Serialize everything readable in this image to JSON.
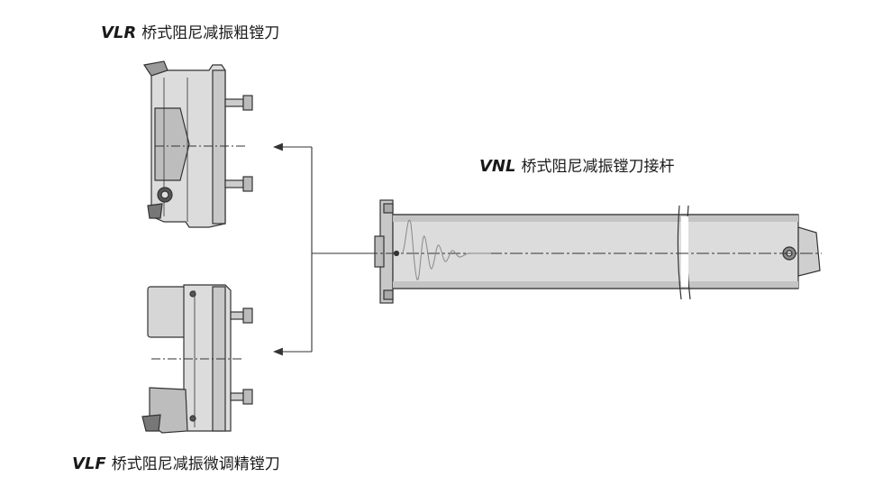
{
  "labels": {
    "vlr": {
      "code": "VLR",
      "text": "桥式阻尼减振粗镗刀"
    },
    "vnl": {
      "code": "VNL",
      "text": "桥式阻尼减振镗刀接杆"
    },
    "vlf": {
      "code": "VLF",
      "text": "桥式阻尼减振微调精镗刀"
    }
  },
  "colors": {
    "body_fill": "#dcdcdc",
    "body_dark": "#a9a9a9",
    "outline": "#333333",
    "arrow": "#333333"
  }
}
